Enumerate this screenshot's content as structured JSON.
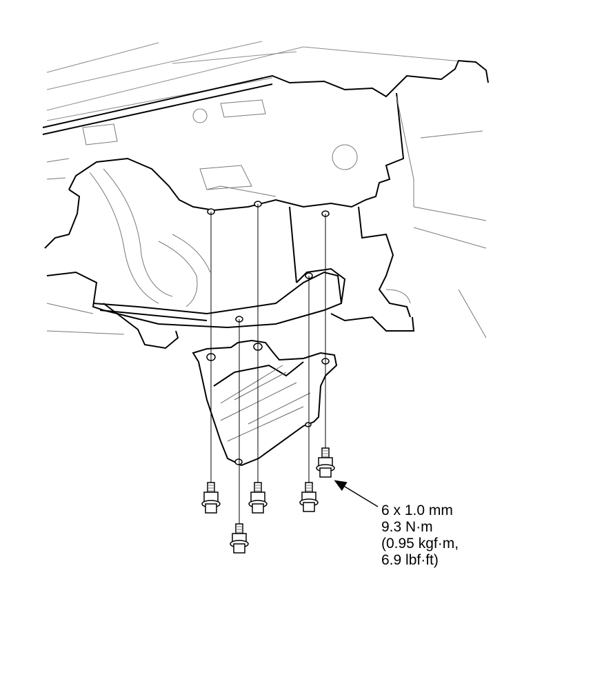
{
  "callout": {
    "lines": [
      "6 x 1.0 mm",
      "9.3 N·m",
      "(0.95 kgf·m,",
      "6.9 lbf·ft)"
    ]
  },
  "colors": {
    "line": "#000000",
    "detail": "#7a7a7a",
    "background": "#ffffff"
  }
}
